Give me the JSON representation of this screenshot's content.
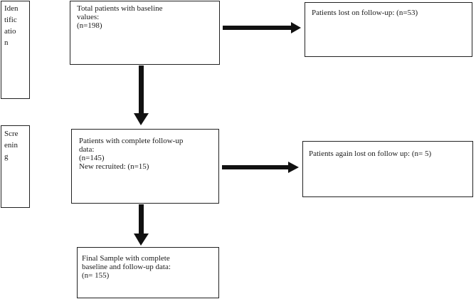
{
  "stages": [
    {
      "label_lines": [
        "Iden",
        "tific",
        "atio",
        "n"
      ]
    },
    {
      "label_lines": [
        "Scre",
        "enin",
        "g"
      ]
    }
  ],
  "boxes": {
    "baseline": {
      "lines": [
        "Total patients with baseline",
        "values:",
        "(n=198)"
      ]
    },
    "lost_followup": {
      "lines": [
        "Patients lost on follow-up: (n=53)"
      ]
    },
    "complete_followup": {
      "lines": [
        "Patients with complete follow-up",
        "data:",
        "(n=145)",
        "New recruited: (n=15)"
      ]
    },
    "lost_again": {
      "lines": [
        "Patients again lost on follow up: (n= 5)"
      ]
    },
    "final_sample": {
      "lines": [
        "Final Sample with complete",
        "baseline and follow-up data:",
        "(n= 155)"
      ]
    }
  }
}
